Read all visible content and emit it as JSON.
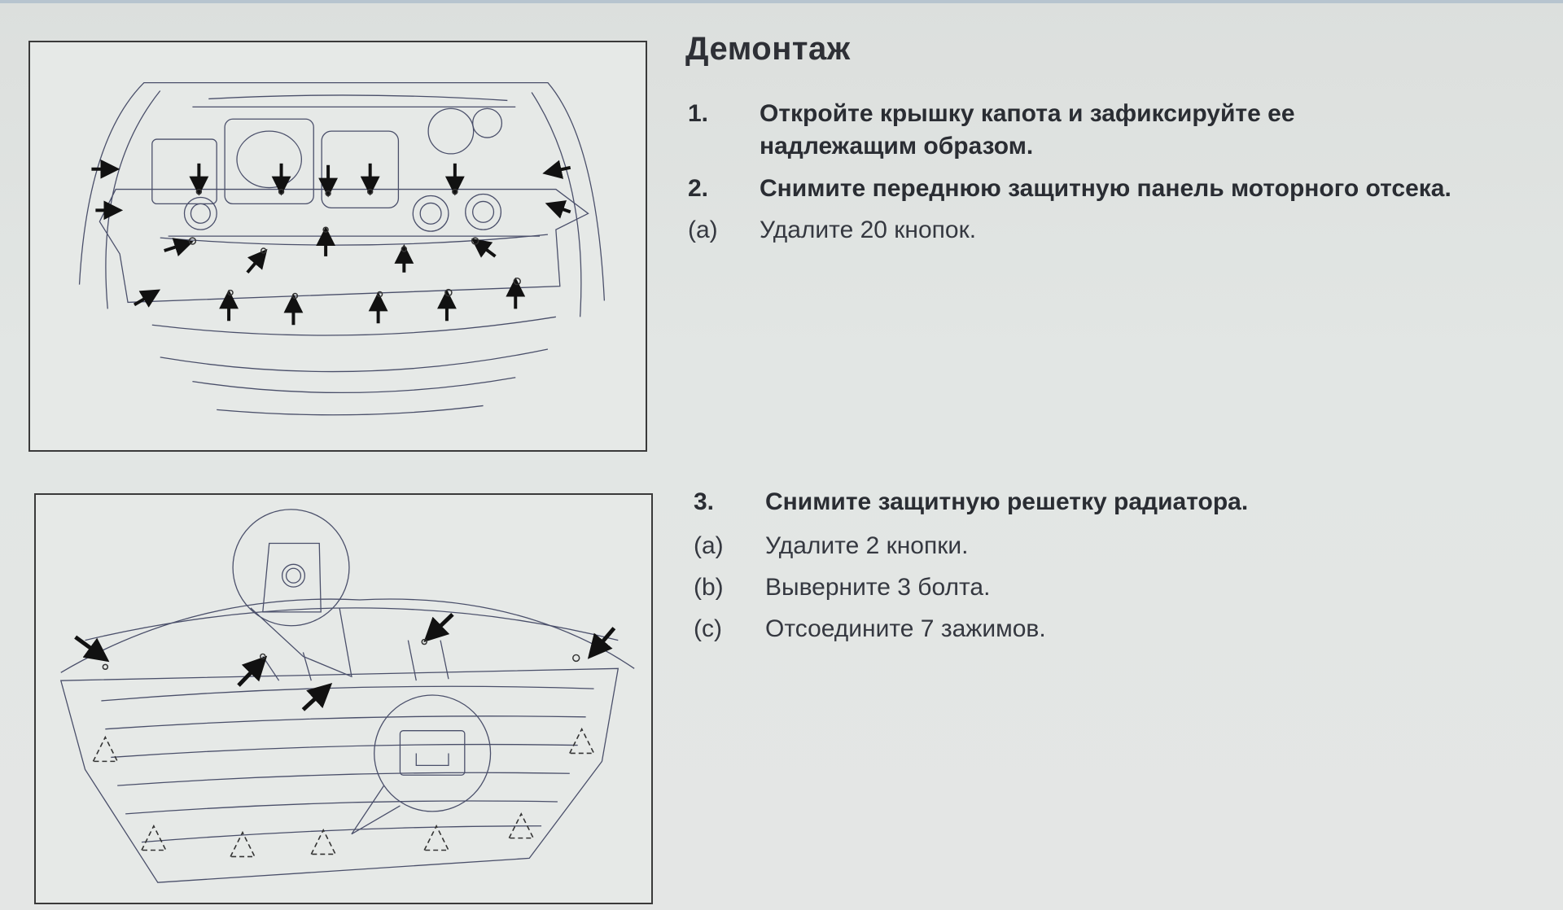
{
  "document": {
    "heading": "Демонтаж",
    "section1": {
      "steps": [
        {
          "num": "1.",
          "text_line1": "Откройте крышку капота и зафиксируйте ее",
          "text_line2": "надлежащим образом."
        },
        {
          "num": "2.",
          "text": "Снимите переднюю защитную панель моторного отсека."
        }
      ],
      "substeps": [
        {
          "num": "(a)",
          "text": "Удалите 20 кнопок."
        }
      ]
    },
    "section2": {
      "step": {
        "num": "3.",
        "text": "Снимите защитную решетку радиатора."
      },
      "substeps": [
        {
          "num": "(a)",
          "text": "Удалите 2 кнопки."
        },
        {
          "num": "(b)",
          "text": "Выверните 3 болта."
        },
        {
          "num": "(c)",
          "text": "Отсоедините 7 зажимов."
        }
      ]
    }
  },
  "colors": {
    "background": "#e2e6e4",
    "text": "#2a2d33",
    "figure_border": "#3a3a3a",
    "line_art": "#4a4f6a"
  },
  "figures": [
    {
      "name": "engine-bay-cover-diagram",
      "arrow_count": 20
    },
    {
      "name": "radiator-grille-diagram",
      "arrow_count": 5,
      "clip_marks": 7
    }
  ]
}
